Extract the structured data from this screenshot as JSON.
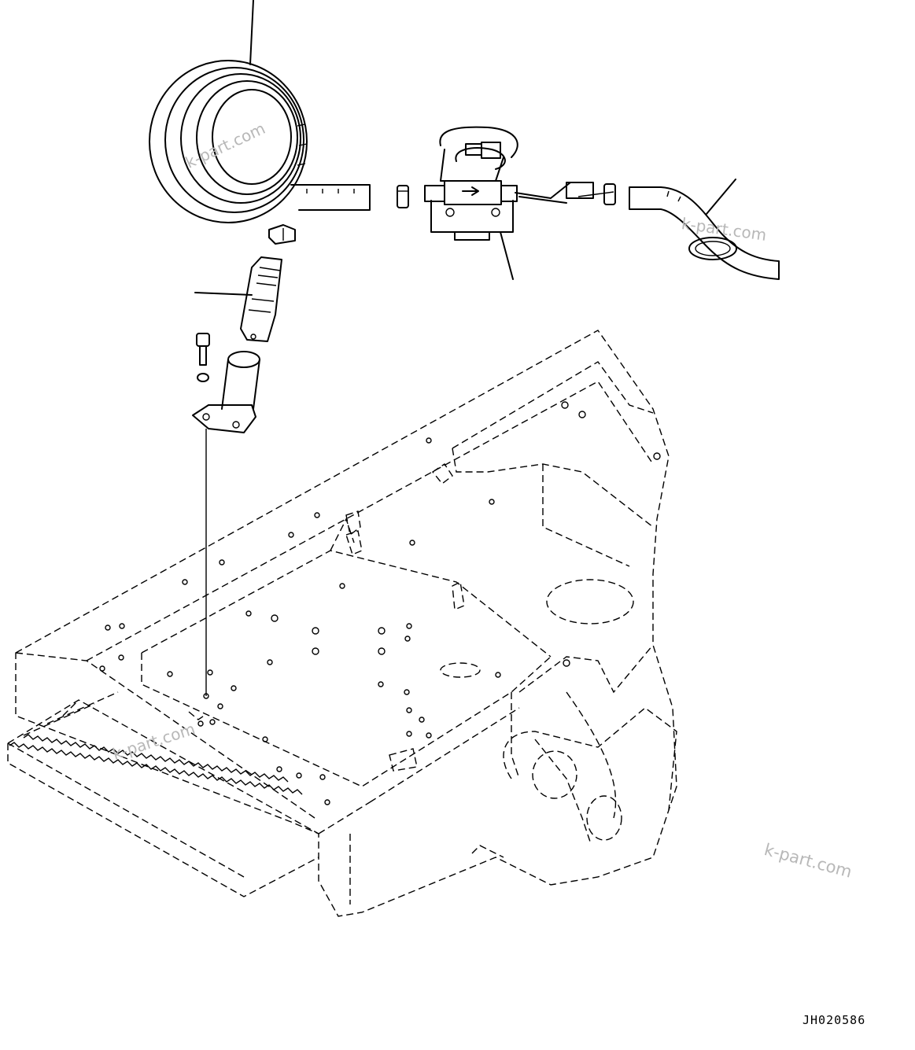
{
  "watermarks": [
    "k-part.com",
    "k-part.com",
    "k-part.com",
    "k-part.com"
  ],
  "drawing_id": "JH020586"
}
